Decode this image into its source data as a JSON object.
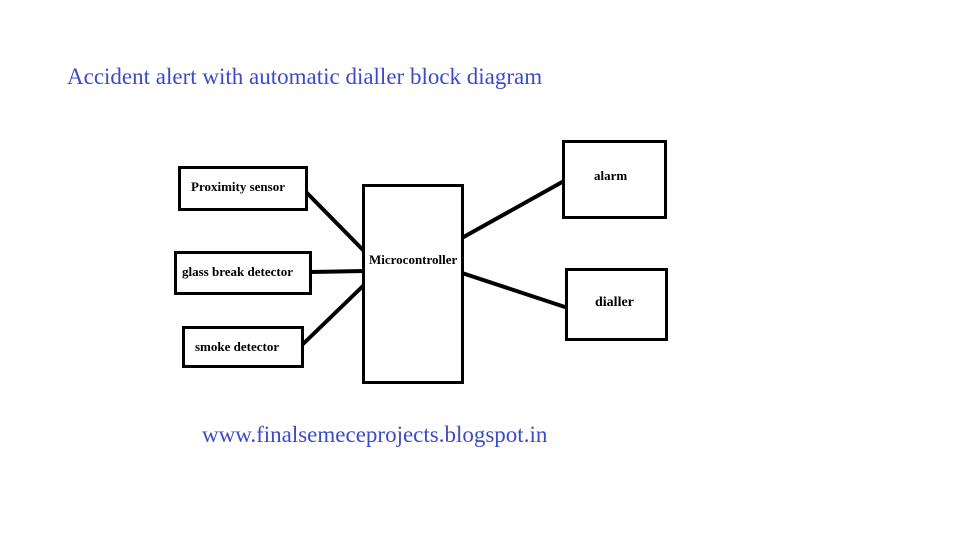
{
  "title": "Accident alert with automatic dialler block diagram",
  "footer_url": "www.finalsemeceprojects.blogspot.in",
  "colors": {
    "text_accent": "#3b4bc8",
    "block_border": "#000000",
    "background": "#ffffff"
  },
  "blocks": {
    "proximity_sensor": "Proximity sensor",
    "glass_break_detector": "glass break detector",
    "smoke_detector": "smoke detector",
    "microcontroller": "Microcontroller",
    "alarm": "alarm",
    "dialler": "dialler"
  },
  "connections": [
    {
      "from": "proximity_sensor",
      "to": "microcontroller"
    },
    {
      "from": "glass_break_detector",
      "to": "microcontroller"
    },
    {
      "from": "smoke_detector",
      "to": "microcontroller"
    },
    {
      "from": "microcontroller",
      "to": "alarm"
    },
    {
      "from": "microcontroller",
      "to": "dialler"
    }
  ]
}
